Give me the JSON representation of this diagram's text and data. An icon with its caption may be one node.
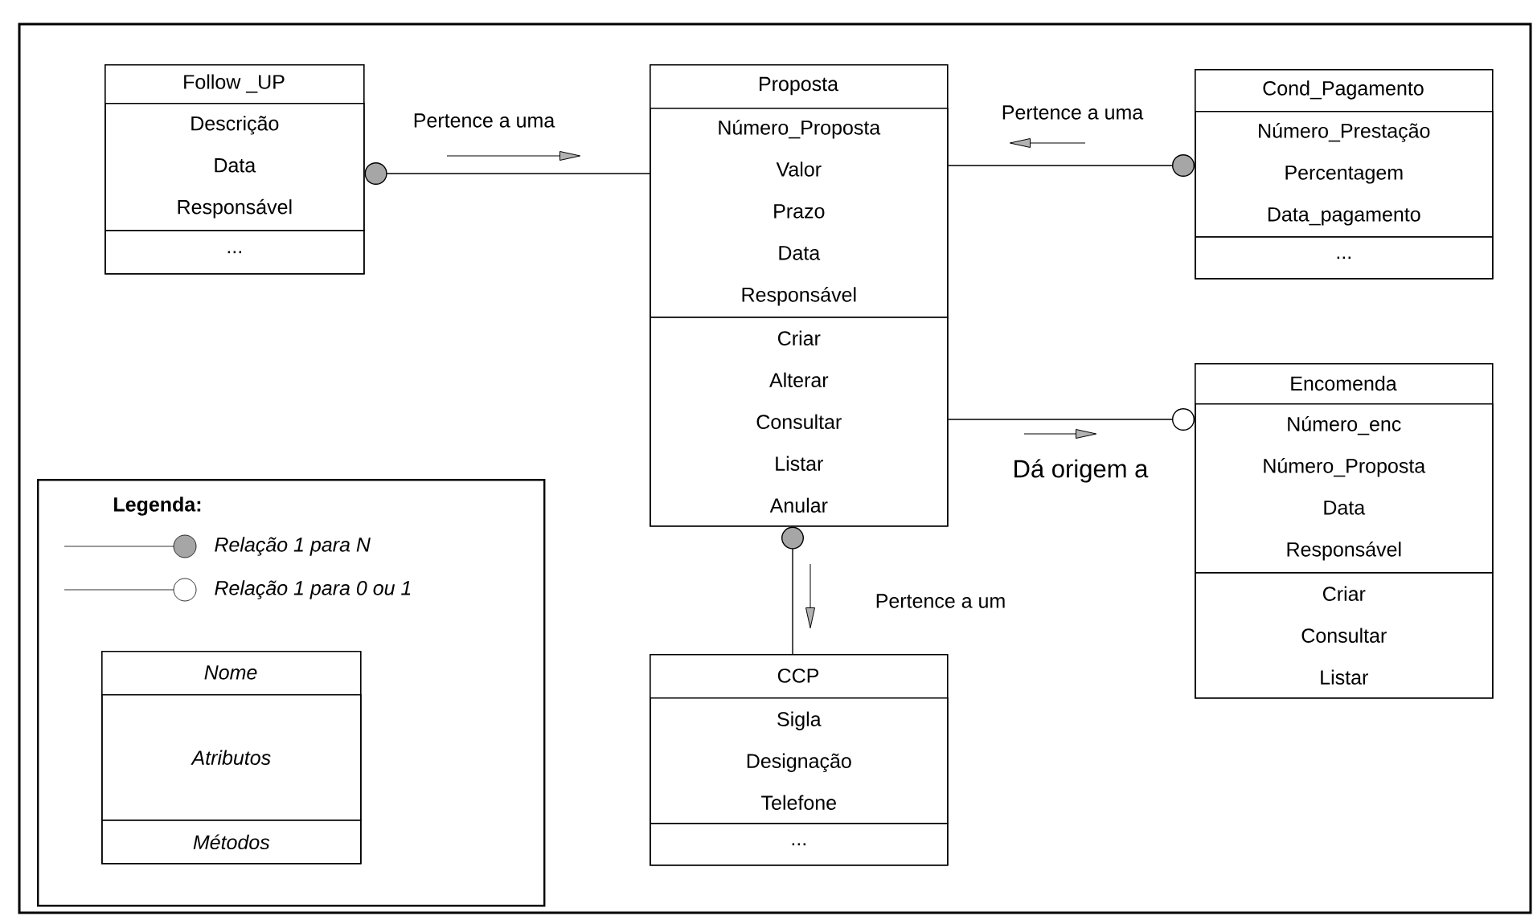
{
  "diagram": {
    "nodes": [
      {
        "text": [
          "Follow _UP"
        ]
      },
      {
        "text": [
          "Descrição",
          "Data",
          "Responsável"
        ],
        "in": 0
      },
      {
        "text": [
          "..."
        ],
        "in": 0
      },
      {
        "text": [
          "Proposta"
        ]
      },
      {
        "text": [
          "Número_Proposta",
          "Valor",
          "Prazo",
          "Data",
          "Responsável"
        ],
        "in": 3
      },
      {
        "text": [
          "Criar",
          "Alterar",
          "Consultar",
          "Listar",
          "Anular"
        ],
        "in": 3
      },
      {
        "text": [
          "Cond_Pagamento"
        ]
      },
      {
        "text": [
          "Número_Prestação",
          "Percentagem",
          "Data_pagamento"
        ],
        "in": 6
      },
      {
        "text": [
          "..."
        ],
        "in": 6
      },
      {
        "text": [
          "Encomenda"
        ]
      },
      {
        "text": [
          "Número_enc",
          "Número_Proposta",
          "Data",
          "Responsável"
        ],
        "in": 9
      },
      {
        "text": [
          "Criar",
          "Consultar",
          "Listar"
        ],
        "in": 9
      },
      {
        "text": [
          "CCP"
        ]
      },
      {
        "text": [
          "Sigla",
          "Designação",
          "Telefone"
        ],
        "in": 12
      },
      {
        "text": [
          "..."
        ],
        "in": 12
      },
      {
        "text": [
          "Legenda:"
        ]
      },
      {
        "text": [
          "Nome"
        ],
        "in": 15
      },
      {
        "text": [
          "Atributos"
        ],
        "in": 16
      },
      {
        "text": [
          "Métodos"
        ],
        "in": 16
      }
    ],
    "edges": [
      {
        "from": 3,
        "to": 0,
        "arrow": "other",
        "label": "Pertence a uma"
      },
      {
        "from": 3,
        "to": 6,
        "arrow": "other",
        "label": "Pertence a uma"
      },
      {
        "from": 3,
        "to": 9,
        "arrow": "other",
        "label": "Dá origem a"
      },
      {
        "from": 12,
        "to": 3,
        "arrow": "other",
        "label": "Pertence a um"
      }
    ],
    "legend": [
      {
        "text": "Relação 1 para N"
      },
      {
        "text": "Relação 1 para 0 ou 1"
      }
    ]
  }
}
